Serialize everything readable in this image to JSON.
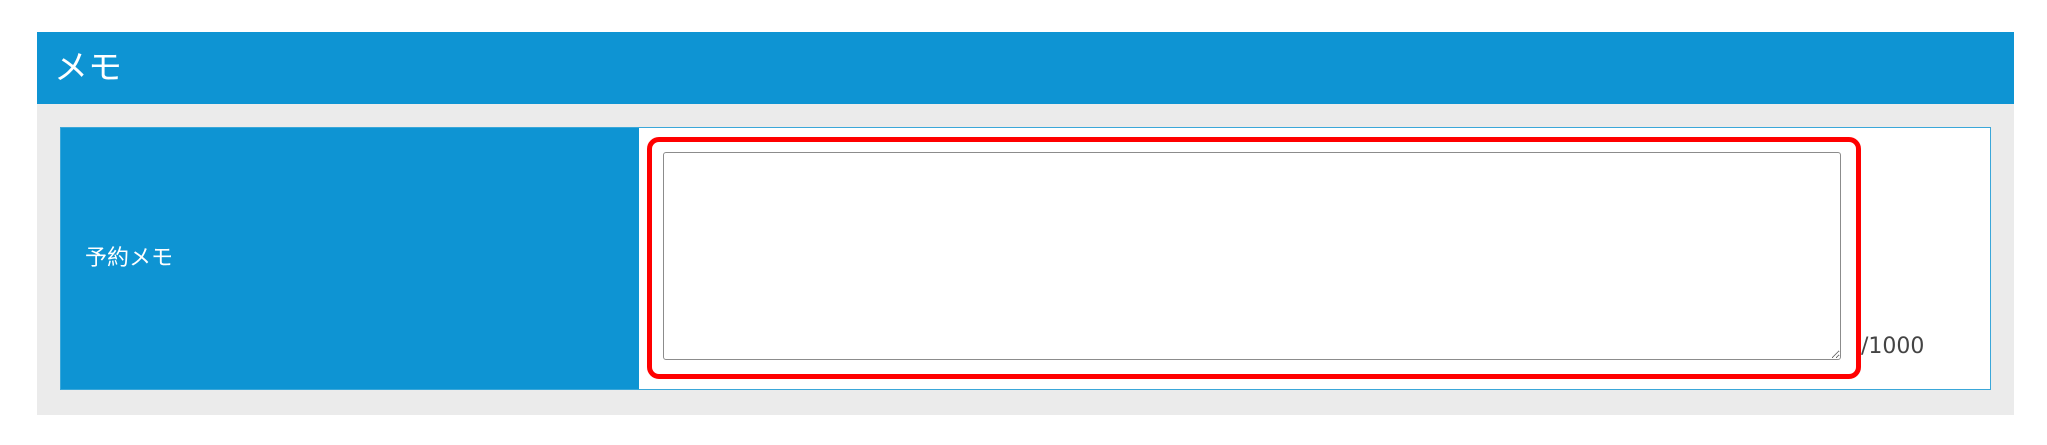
{
  "section": {
    "title": "メモ"
  },
  "memo_row": {
    "label": "予約メモ",
    "textarea_value": "",
    "char_count_current": "",
    "char_count_max": "/1000"
  },
  "colors": {
    "header_bg": "#0e94d3",
    "section_bg": "#ebebeb",
    "highlight": "#ff0000"
  }
}
